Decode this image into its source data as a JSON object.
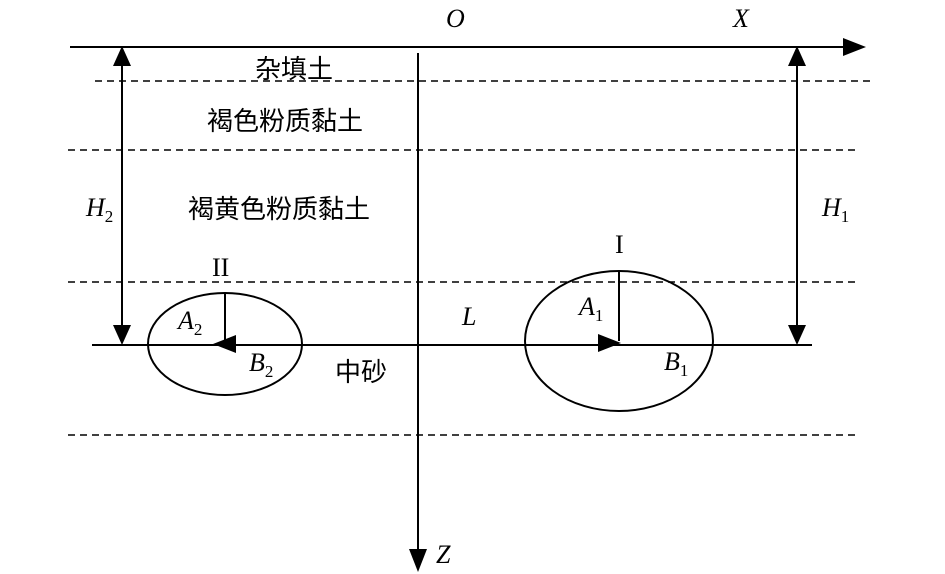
{
  "axes": {
    "origin_label": "O",
    "x_label": "X",
    "z_label": "Z"
  },
  "layers": [
    {
      "name": "杂填土"
    },
    {
      "name": "褐色粉质黏土"
    },
    {
      "name": "褐黄色粉质黏土"
    },
    {
      "name": "中砂"
    }
  ],
  "dimensions": {
    "h2": {
      "main": "H",
      "sub": "2"
    },
    "h1": {
      "main": "H",
      "sub": "1"
    },
    "spacing": "L"
  },
  "tunnels": [
    {
      "label": "II",
      "a": {
        "main": "A",
        "sub": "2"
      },
      "b": {
        "main": "B",
        "sub": "2"
      }
    },
    {
      "label": "I",
      "a": {
        "main": "A",
        "sub": "1"
      },
      "b": {
        "main": "B",
        "sub": "1"
      }
    }
  ]
}
